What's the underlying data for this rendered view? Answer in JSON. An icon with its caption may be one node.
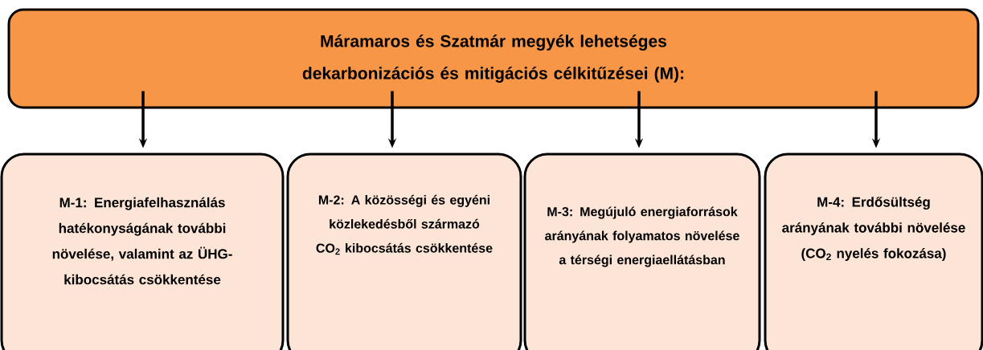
{
  "diagram": {
    "nodes": [
      {
        "text": [
          "Máramaros és Szatmár megyék lehetséges dekarbonizációs és mitigációs célkitűzései (M):"
        ]
      },
      {
        "text": [
          "M-1: Energiafelhasználás hatékonyságának további növelése, valamint az ÜHG-kibocsátás csökkentése"
        ]
      },
      {
        "text": [
          "M-2: A közösségi és egyéni közlekedésből származó CO$_{2}$ kibocsátás csökkentése"
        ]
      },
      {
        "text": [
          "M-3: Megújuló energiaforrások arányának folyamatos növelése a térségi energiaellátásban"
        ]
      },
      {
        "text": [
          "M-4: Erdősültség arányának további növelése (CO$_{2}$ nyelés fokozása)"
        ]
      }
    ],
    "edges": [
      {
        "from": 0,
        "to": 1,
        "arrow": "to"
      },
      {
        "from": 0,
        "to": 2,
        "arrow": "to"
      },
      {
        "from": 0,
        "to": 3,
        "arrow": "to"
      },
      {
        "from": 0,
        "to": 4,
        "arrow": "to"
      }
    ]
  }
}
